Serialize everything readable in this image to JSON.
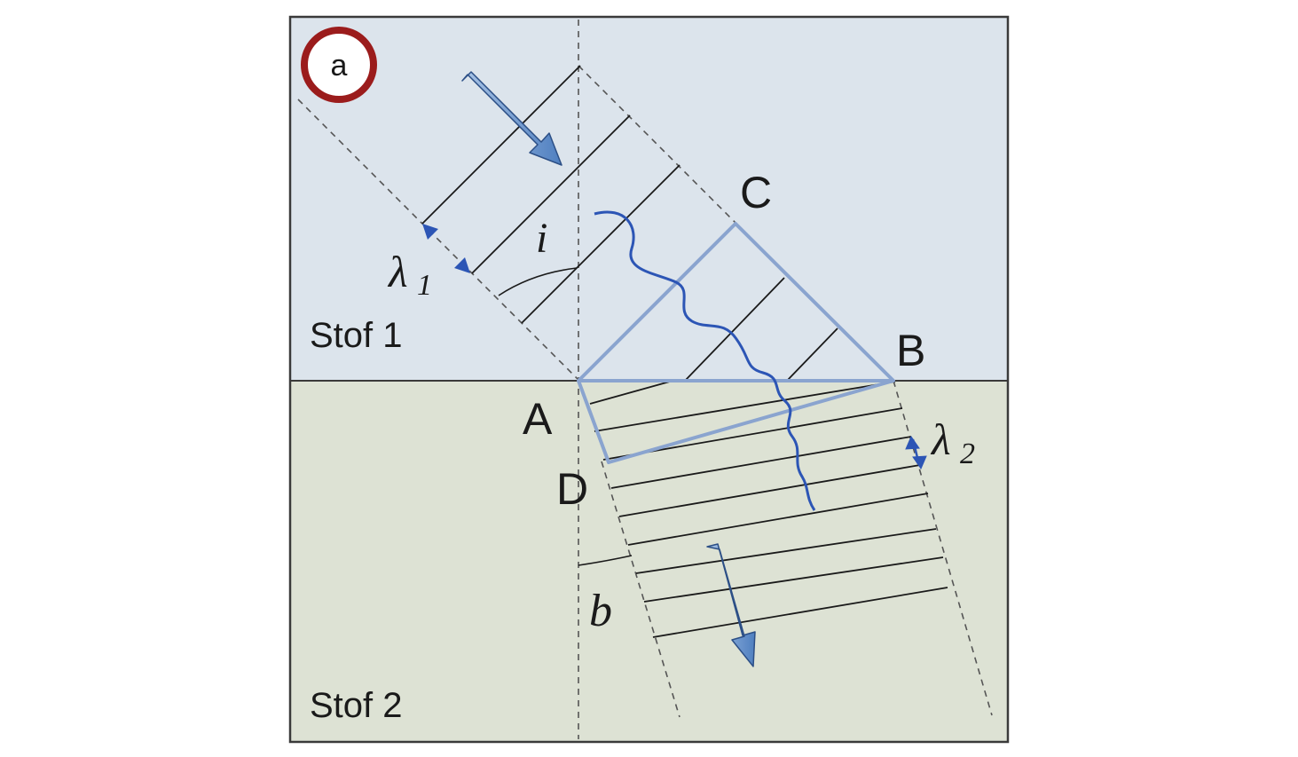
{
  "badge": {
    "text": "a",
    "ring_color": "#9b1c1c"
  },
  "media": {
    "top": {
      "label": "Stof 1",
      "color": "#dce4ec"
    },
    "bottom": {
      "label": "Stof 2",
      "color": "#dde2d4"
    }
  },
  "points": {
    "A": "A",
    "B": "B",
    "C": "C",
    "D": "D"
  },
  "angles": {
    "incidence": "i",
    "refraction": "b"
  },
  "wavelengths": {
    "lambda1": {
      "symbol": "λ",
      "subscript": "1"
    },
    "lambda2": {
      "symbol": "λ",
      "subscript": "2"
    }
  },
  "colors": {
    "triangle": "#8aa4cf",
    "arrow": "#6f98cf",
    "wavy": "#2c55b5",
    "marker": "#2c55b5"
  }
}
